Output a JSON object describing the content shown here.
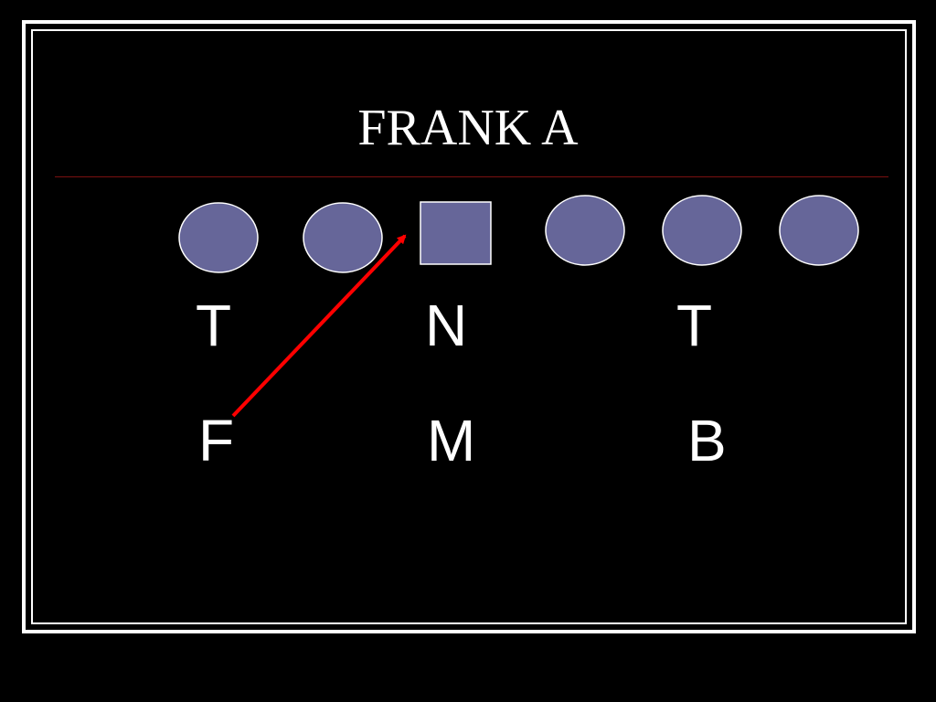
{
  "title": "FRANK A",
  "colors": {
    "background": "#000000",
    "frame": "#ffffff",
    "player_fill": "#666699",
    "player_stroke": "#ffffff",
    "arrow": "#ff0000",
    "title_rule": "#7a1010"
  },
  "players": [
    {
      "id": "player-1",
      "shape": "circle"
    },
    {
      "id": "player-2",
      "shape": "circle"
    },
    {
      "id": "player-center",
      "shape": "square"
    },
    {
      "id": "player-4",
      "shape": "circle"
    },
    {
      "id": "player-5",
      "shape": "circle"
    },
    {
      "id": "player-6",
      "shape": "circle"
    }
  ],
  "front_labels": [
    "T",
    "N",
    "T"
  ],
  "back_labels": [
    "F",
    "M",
    "B"
  ]
}
